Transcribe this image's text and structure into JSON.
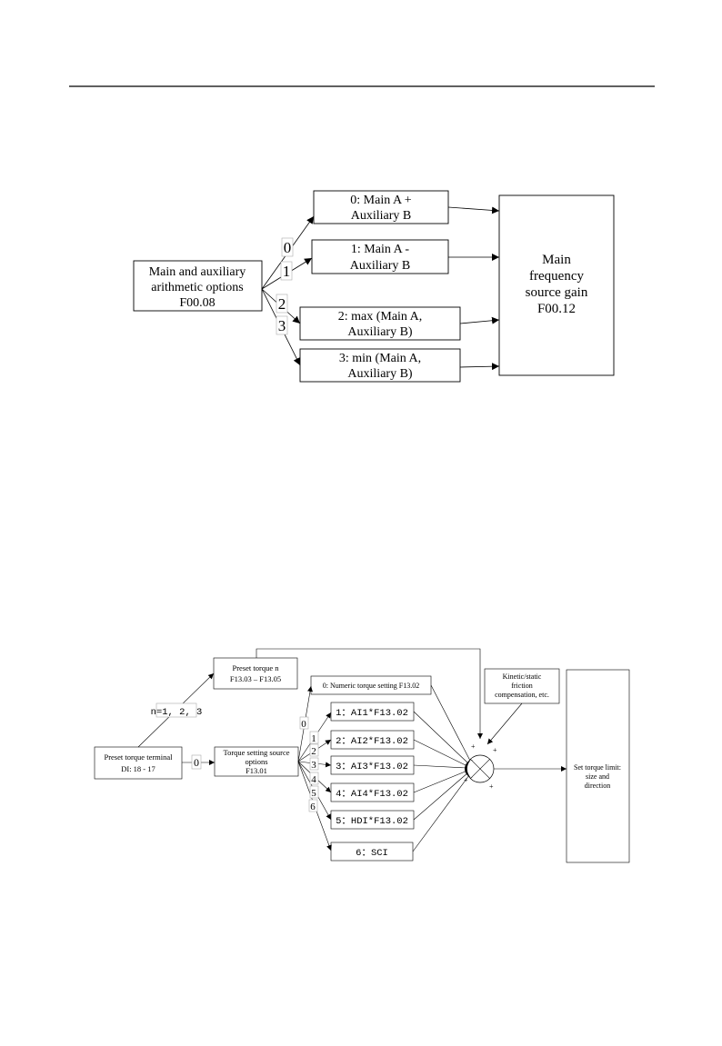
{
  "diagram1": {
    "source_box": [
      "Main and auxiliary",
      "arithmetic options",
      "F00.08"
    ],
    "options": [
      {
        "lines": [
          "0: Main A +",
          "Auxiliary B"
        ],
        "index": "0"
      },
      {
        "lines": [
          "1: Main A -",
          "Auxiliary B"
        ],
        "index": "1"
      },
      {
        "lines": [
          "2: max (Main A,",
          "Auxiliary B)"
        ],
        "index": "2"
      },
      {
        "lines": [
          "3: min (Main A,",
          "Auxiliary B)"
        ],
        "index": "3"
      }
    ],
    "target_box": [
      "Main",
      "frequency",
      "source gain",
      "F00.12"
    ]
  },
  "diagram2": {
    "terminal_box": [
      "Preset torque terminal",
      "DI: 18 - 17"
    ],
    "preset_box": [
      "Preset torque n",
      "F13.03 – F13.05"
    ],
    "preset_label": "n=1, 2, 3",
    "zero_label": "0",
    "source_box": [
      "Torque setting source",
      "options",
      "F13.01"
    ],
    "options": [
      {
        "text": "0: Numeric torque setting F13.02",
        "index": "0"
      },
      {
        "text": "1：AI1*F13.02",
        "index": "1"
      },
      {
        "text": "2：AI2*F13.02",
        "index": "2"
      },
      {
        "text": "3：AI3*F13.02",
        "index": "3"
      },
      {
        "text": "4：AI4*F13.02",
        "index": "4"
      },
      {
        "text": "5：HDI*F13.02",
        "index": "5"
      },
      {
        "text": "6：SCI",
        "index": "6"
      }
    ],
    "friction_box": [
      "Kinetic/static",
      "friction",
      "compensation, etc."
    ],
    "limit_box": [
      "Set torque limit:",
      "size and",
      "direction"
    ],
    "plus_signs": [
      "+",
      "+",
      "+",
      "+"
    ]
  }
}
